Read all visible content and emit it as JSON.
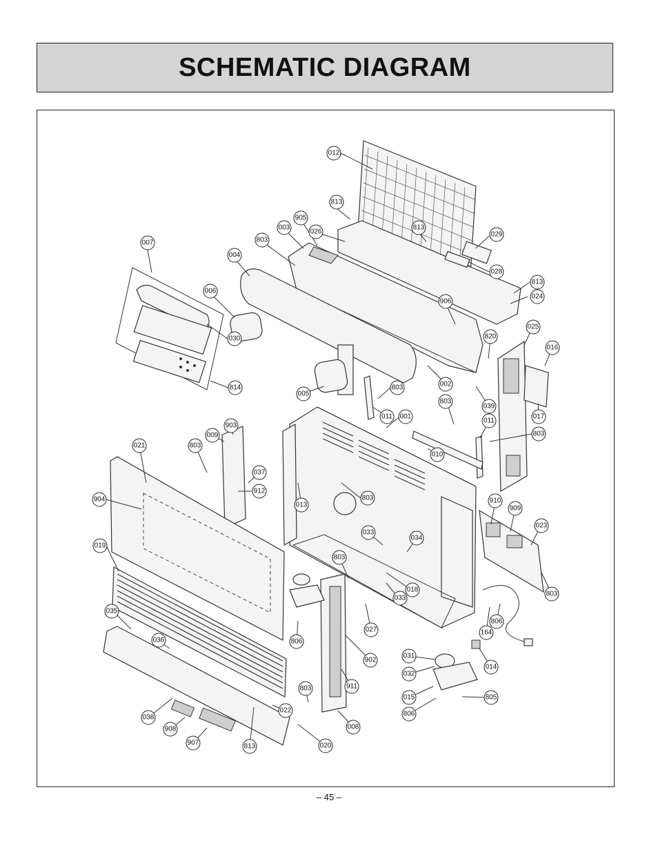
{
  "title": "SCHEMATIC DIAGRAM",
  "page_number": "– 45 –",
  "callouts": {
    "c012": "012",
    "c813a": "813",
    "c905": "905",
    "c003": "003",
    "c026": "026",
    "c813b": "813",
    "c029": "029",
    "c803a": "803",
    "c007": "007",
    "c004": "004",
    "c028": "028",
    "c813c": "813",
    "c006": "006",
    "c024": "024",
    "c906": "906",
    "c025": "025",
    "c030": "030",
    "c820": "820",
    "c016": "016",
    "c002": "002",
    "c803b": "803",
    "c814": "814",
    "c005": "005",
    "c803c": "803",
    "c039": "039",
    "c017": "017",
    "c011a": "011",
    "c001": "001",
    "c011b": "011",
    "c803d": "803",
    "c903": "903",
    "c021": "021",
    "c803e": "803",
    "c009": "009",
    "c010": "010",
    "c037": "037",
    "c912": "912",
    "c904": "904",
    "c013": "013",
    "c803f": "803",
    "c910": "910",
    "c909": "909",
    "c023": "023",
    "c033a": "033",
    "c034": "034",
    "c019": "019",
    "c803g": "803",
    "c018": "018",
    "c033b": "033",
    "c803h": "803",
    "c035": "035",
    "c027": "027",
    "c806a": "806",
    "c164": "164",
    "c036": "036",
    "c806b": "806",
    "c902": "902",
    "c031": "031",
    "c014": "014",
    "c032": "032",
    "c911": "911",
    "c803i": "803",
    "c015": "015",
    "c805": "805",
    "c022": "022",
    "c038": "038",
    "c806c": "806",
    "c908": "908",
    "c008": "008",
    "c907": "907",
    "c813d": "813",
    "c020": "020"
  }
}
